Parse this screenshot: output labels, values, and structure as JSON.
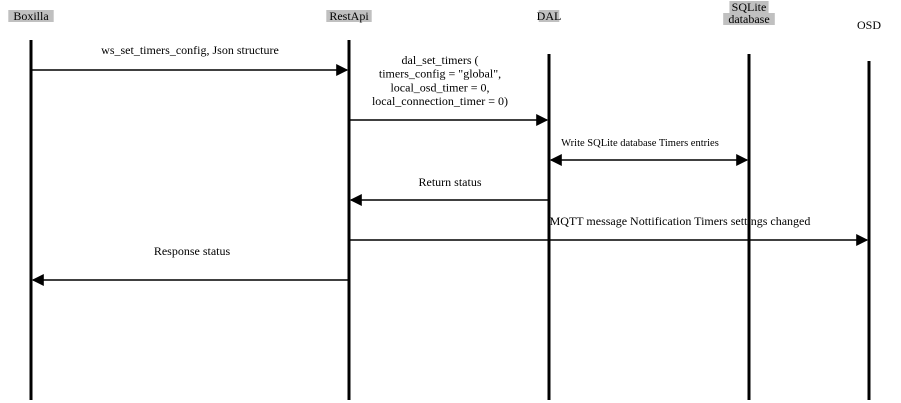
{
  "actors": [
    {
      "id": "boxilla",
      "lines": [
        "Boxilla"
      ],
      "highlight": true
    },
    {
      "id": "restapi",
      "lines": [
        "RestApi"
      ],
      "highlight": true
    },
    {
      "id": "dal",
      "lines": [
        "DAL"
      ],
      "highlight": true
    },
    {
      "id": "sqlite",
      "lines": [
        "SQLite",
        "database"
      ],
      "highlight": true
    },
    {
      "id": "osd",
      "lines": [
        "OSD"
      ],
      "highlight": false
    }
  ],
  "messages": [
    {
      "from": "boxilla",
      "to": "restapi",
      "bidirectional": false,
      "lines": [
        "ws_set_timers_config, Json structure"
      ]
    },
    {
      "from": "restapi",
      "to": "dal",
      "bidirectional": false,
      "lines": [
        "dal_set_timers (",
        "timers_config = \"global\",",
        "local_osd_timer = 0,",
        "local_connection_timer = 0)"
      ]
    },
    {
      "from": "dal",
      "to": "sqlite",
      "bidirectional": true,
      "lines": [
        "Write SQLite database Timers entries"
      ]
    },
    {
      "from": "dal",
      "to": "restapi",
      "bidirectional": false,
      "lines": [
        "Return status"
      ]
    },
    {
      "from": "restapi",
      "to": "osd",
      "bidirectional": false,
      "lines": [
        "MQTT message Nottification Timers settings changed"
      ]
    },
    {
      "from": "restapi",
      "to": "boxilla",
      "bidirectional": false,
      "lines": [
        "Response status"
      ]
    }
  ],
  "colors": {
    "line": "#000000",
    "label_highlight": "#c0c0c0",
    "background": "#ffffff"
  }
}
